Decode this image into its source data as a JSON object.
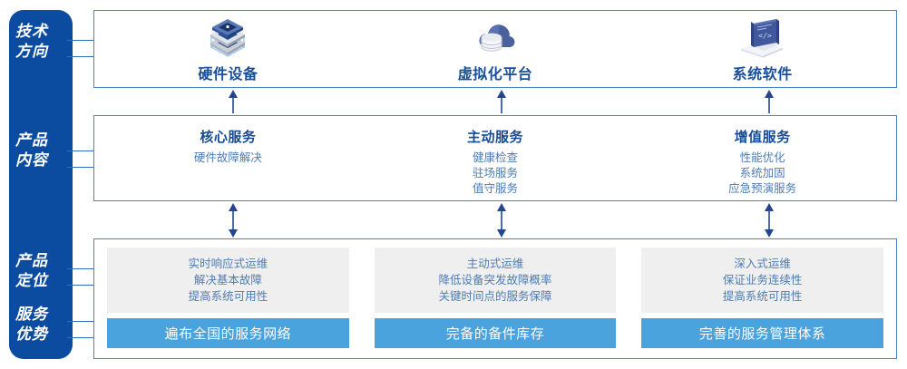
{
  "rail": {
    "labels": [
      {
        "name": "tech-direction",
        "line1": "技术",
        "line2": "方向"
      },
      {
        "name": "product-content",
        "line1": "产品",
        "line2": "内容"
      },
      {
        "name": "product-position",
        "line1": "产品",
        "line2": "定位"
      },
      {
        "name": "service-advantage",
        "line1": "服务",
        "line2": "优势"
      }
    ],
    "color": "#0b4ba0"
  },
  "colors": {
    "rail_blue": "#0b4ba0",
    "border_blue": "#4a83c4",
    "title_blue": "#174f9c",
    "body_blue": "#4d7cb5",
    "bar_blue": "#4ba3dd",
    "card_grey": "#efefef",
    "arrow_blue": "#23468f"
  },
  "tech_row": {
    "items": [
      {
        "icon": "server-stack-icon",
        "title": "硬件设备"
      },
      {
        "icon": "cloud-database-icon",
        "title": "虚拟化平台"
      },
      {
        "icon": "laptop-code-icon",
        "title": "系统软件"
      }
    ]
  },
  "content_row": {
    "items": [
      {
        "title": "核心服务",
        "lines": [
          "硬件故障解决"
        ]
      },
      {
        "title": "主动服务",
        "lines": [
          "健康检查",
          "驻场服务",
          "值守服务"
        ]
      },
      {
        "title": "增值服务",
        "lines": [
          "性能优化",
          "系统加固",
          "应急预演服务"
        ]
      }
    ]
  },
  "bottom_row": {
    "items": [
      {
        "lines": [
          "实时响应式运维",
          "解决基本故障",
          "提高系统可用性"
        ],
        "bar": "遍布全国的服务网络"
      },
      {
        "lines": [
          "主动式运维",
          "降低设备突发故障概率",
          "关键时间点的服务保障"
        ],
        "bar": "完备的备件库存"
      },
      {
        "lines": [
          "深入式运维",
          "保证业务连续性",
          "提高系统可用性"
        ],
        "bar": "完善的服务管理体系"
      }
    ]
  },
  "arrows": {
    "up_between_tech_and_content": [
      "up",
      "up",
      "up"
    ],
    "double_between_content_and_bottom": [
      "double",
      "double",
      "double"
    ]
  }
}
